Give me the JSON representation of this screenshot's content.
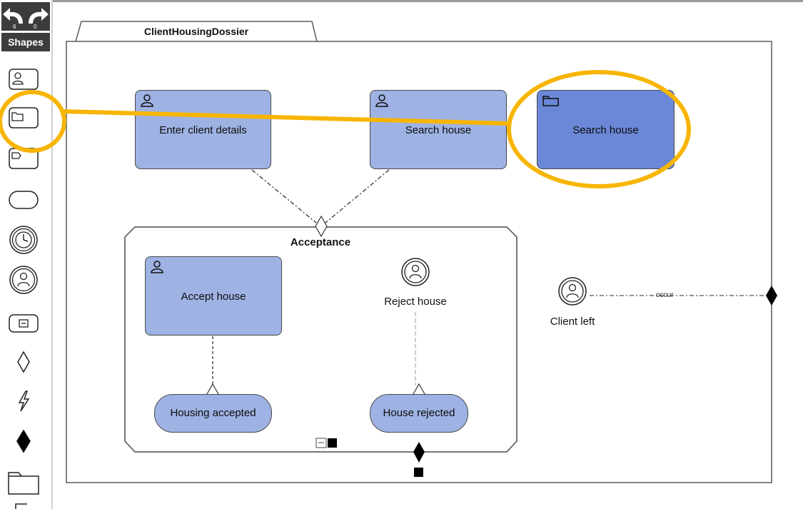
{
  "toolbar": {
    "shapes_label": "Shapes",
    "undo_icon": "undo-arrow-icon",
    "redo_icon": "redo-arrow-icon",
    "palette": [
      {
        "name": "human-task-tool",
        "icon": "human-task-icon"
      },
      {
        "name": "case-file-tool",
        "icon": "folder-task-icon"
      },
      {
        "name": "process-task-tool",
        "icon": "process-task-icon"
      },
      {
        "name": "milestone-tool",
        "icon": "milestone-icon"
      },
      {
        "name": "timer-event-tool",
        "icon": "timer-event-icon"
      },
      {
        "name": "user-event-tool",
        "icon": "user-event-icon"
      },
      {
        "name": "plan-fragment-tool",
        "icon": "plan-fragment-icon"
      },
      {
        "name": "entry-criterion-tool",
        "icon": "diamond-outline-icon"
      },
      {
        "name": "event-listener-tool",
        "icon": "lightning-icon"
      },
      {
        "name": "exit-criterion-tool",
        "icon": "diamond-filled-icon"
      },
      {
        "name": "case-file-item-tool",
        "icon": "folder-icon"
      }
    ]
  },
  "diagram": {
    "case_title": "ClientHousingDossier",
    "tasks": {
      "enter_client": "Enter client details",
      "search_house_1": "Search house",
      "search_house_2": "Search house",
      "accept_house": "Accept house"
    },
    "stage_title": "Acceptance",
    "milestones": {
      "housing_accepted": "Housing accepted",
      "house_rejected": "House rejected"
    },
    "events": {
      "reject_house": "Reject house",
      "client_left": "Client left"
    },
    "connector_label": "occur",
    "colors": {
      "task_fill": "#9eb2e3",
      "selected_task_fill": "#6b87d7",
      "highlight": "#f7b500",
      "toolbar_dark": "#3c3c3c"
    }
  }
}
